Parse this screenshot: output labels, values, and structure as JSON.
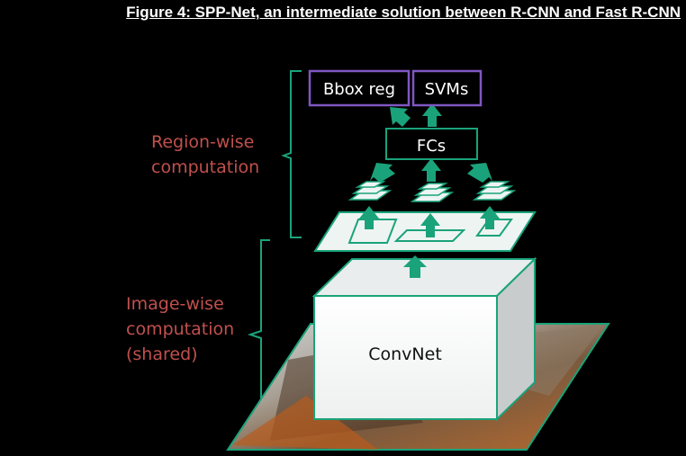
{
  "title": "Figure 4: SPP-Net, an intermediate solution between R-CNN and Fast R-CNN",
  "labels": {
    "region": [
      "Region-wise",
      "computation"
    ],
    "image": [
      "Image-wise",
      "computation",
      "(shared)"
    ]
  },
  "boxes": {
    "bbox": "Bbox reg",
    "svms": "SVMs",
    "fcs": "FCs",
    "convnet": "ConvNet"
  },
  "colors": {
    "accent": "#1aa37a",
    "label": "#c0504d",
    "purple": "#7e57c2",
    "background": "#000000"
  }
}
